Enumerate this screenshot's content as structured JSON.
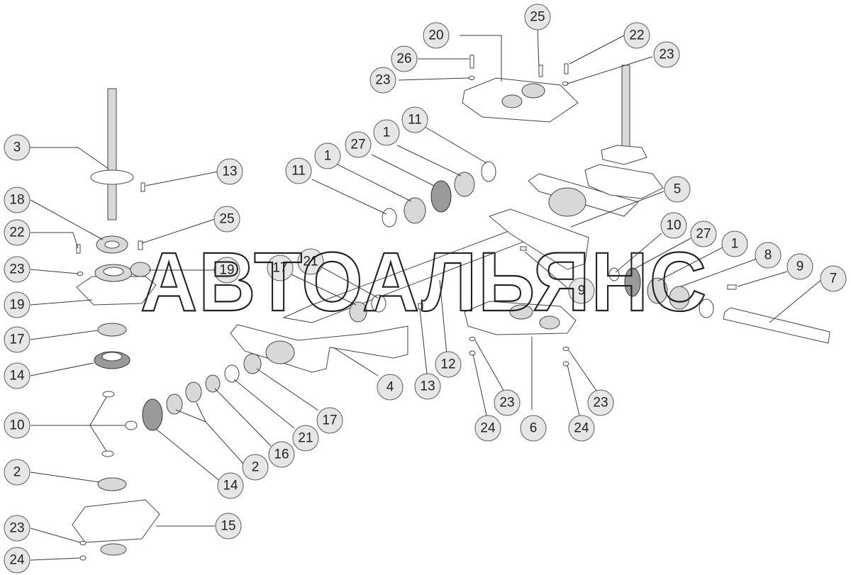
{
  "watermark": "АВТОАЛЬЯНС",
  "callouts": [
    {
      "id": "c20",
      "label": "20"
    },
    {
      "id": "c25a",
      "label": "25"
    },
    {
      "id": "c22a",
      "label": "22"
    },
    {
      "id": "c26",
      "label": "26"
    },
    {
      "id": "c23a",
      "label": "23"
    },
    {
      "id": "c23b",
      "label": "23"
    },
    {
      "id": "c11a",
      "label": "11"
    },
    {
      "id": "c1a",
      "label": "1"
    },
    {
      "id": "c27a",
      "label": "27"
    },
    {
      "id": "c1b",
      "label": "1"
    },
    {
      "id": "c11b",
      "label": "11"
    },
    {
      "id": "c3",
      "label": "3"
    },
    {
      "id": "c13a",
      "label": "13"
    },
    {
      "id": "c5",
      "label": "5"
    },
    {
      "id": "c18",
      "label": "18"
    },
    {
      "id": "c25b",
      "label": "25"
    },
    {
      "id": "c22b",
      "label": "22"
    },
    {
      "id": "c10a",
      "label": "10"
    },
    {
      "id": "c27b",
      "label": "27"
    },
    {
      "id": "c1c",
      "label": "1"
    },
    {
      "id": "c8",
      "label": "8"
    },
    {
      "id": "c9a",
      "label": "9"
    },
    {
      "id": "c7",
      "label": "7"
    },
    {
      "id": "c23c",
      "label": "23"
    },
    {
      "id": "c19a",
      "label": "19"
    },
    {
      "id": "c17a",
      "label": "17"
    },
    {
      "id": "c21a",
      "label": "21"
    },
    {
      "id": "c9b",
      "label": "9"
    },
    {
      "id": "c19b",
      "label": "19"
    },
    {
      "id": "c17b",
      "label": "17"
    },
    {
      "id": "c14a",
      "label": "14"
    },
    {
      "id": "c13b",
      "label": "13"
    },
    {
      "id": "c12",
      "label": "12"
    },
    {
      "id": "c4",
      "label": "4"
    },
    {
      "id": "c23d",
      "label": "23"
    },
    {
      "id": "c6",
      "label": "6"
    },
    {
      "id": "c23e",
      "label": "23"
    },
    {
      "id": "c24a",
      "label": "24"
    },
    {
      "id": "c24b",
      "label": "24"
    },
    {
      "id": "c17c",
      "label": "17"
    },
    {
      "id": "c21b",
      "label": "21"
    },
    {
      "id": "c16",
      "label": "16"
    },
    {
      "id": "c2a",
      "label": "2"
    },
    {
      "id": "c14b",
      "label": "14"
    },
    {
      "id": "c10b",
      "label": "10"
    },
    {
      "id": "c2b",
      "label": "2"
    },
    {
      "id": "c15",
      "label": "15"
    },
    {
      "id": "c23f",
      "label": "23"
    },
    {
      "id": "c24c",
      "label": "24"
    }
  ]
}
